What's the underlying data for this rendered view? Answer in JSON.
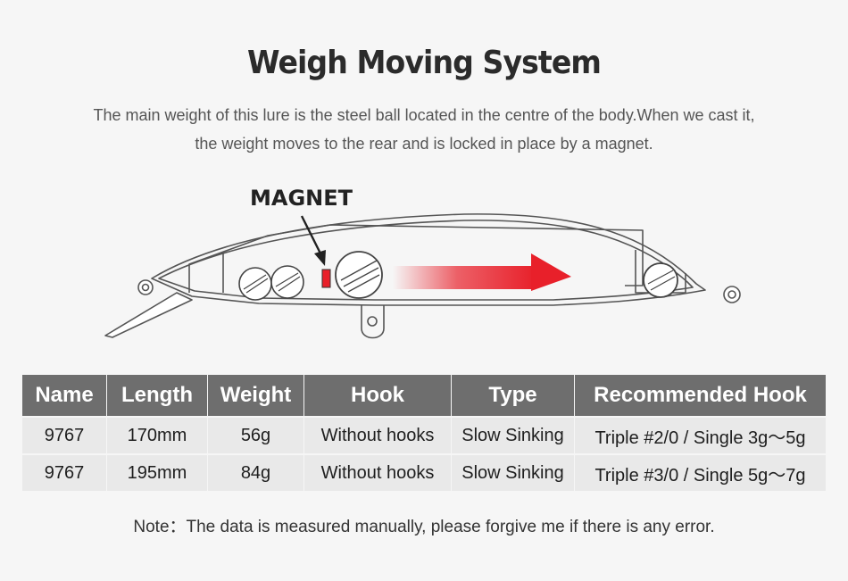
{
  "page": {
    "title": "Weigh Moving System",
    "description_line1": "The main weight of this lure is the steel ball located in the centre of the body.When we cast it,",
    "description_line2": "the weight moves to the rear and is locked in place by a magnet."
  },
  "diagram": {
    "magnet_label": "MAGNET",
    "arrow_color": "#e8202a",
    "magnet_color": "#e8202a"
  },
  "table": {
    "headers": [
      "Name",
      "Length",
      "Weight",
      "Hook",
      "Type",
      "Recommended Hook"
    ],
    "rows": [
      [
        "9767",
        "170mm",
        "56g",
        "Without hooks",
        "Slow Sinking",
        "Triple #2/0 / Single 3g～5g"
      ],
      [
        "9767",
        "195mm",
        "84g",
        "Without hooks",
        "Slow Sinking",
        "Triple #3/0 / Single 5g～7g"
      ]
    ],
    "header_bg": "#6e6e6e",
    "row_bg": "#e9e9e9"
  },
  "footer": {
    "note": "Note：The data is measured manually, please forgive me if there is any error."
  }
}
